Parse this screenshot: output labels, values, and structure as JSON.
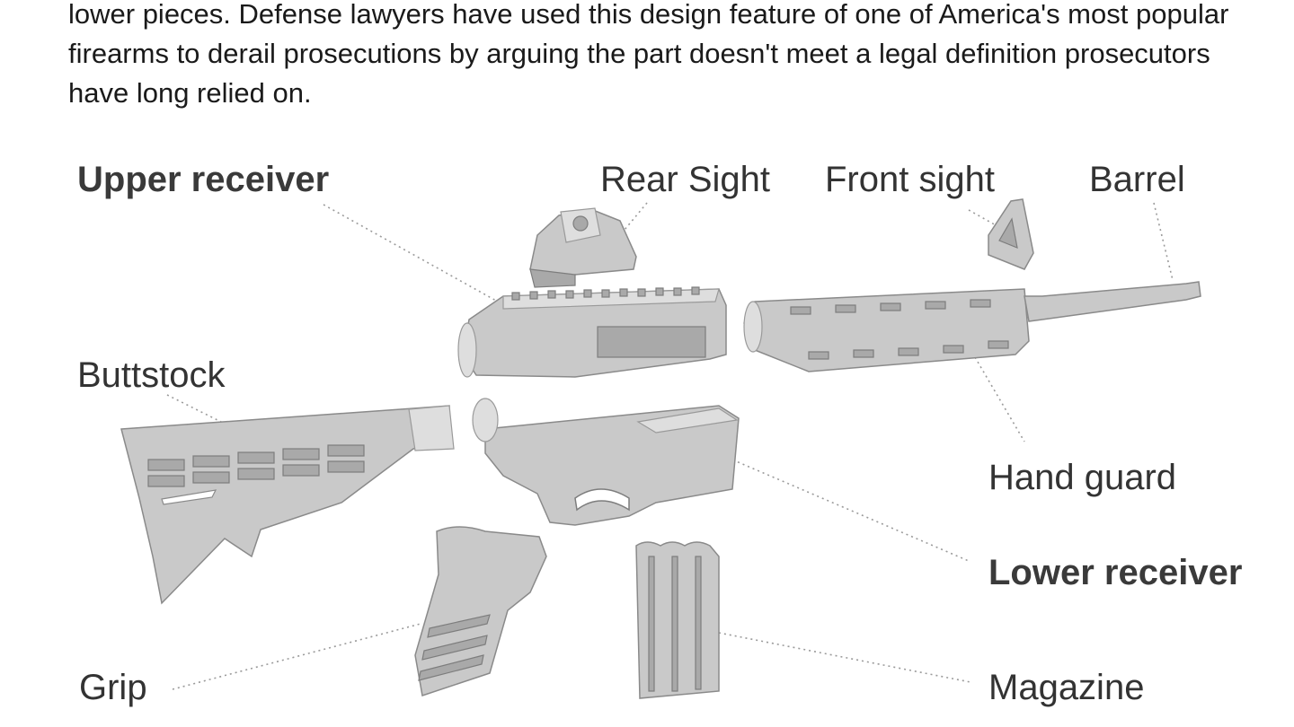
{
  "intro_text": "lower pieces. Defense lawyers have used this design feature of one of America's most popular firearms to derail prosecutions by arguing the part doesn't meet a legal definition prosecutors have long relied on.",
  "labels": {
    "upper_receiver": "Upper receiver",
    "rear_sight": "Rear Sight",
    "front_sight": "Front sight",
    "barrel": "Barrel",
    "buttstock": "Buttstock",
    "hand_guard": "Hand guard",
    "lower_receiver": "Lower receiver",
    "grip": "Grip",
    "magazine": "Magazine"
  },
  "colors": {
    "part_fill": "#c9c9c9",
    "part_stroke": "#8a8a8a",
    "leader_line": "#9a9a9a",
    "text": "#333333"
  }
}
